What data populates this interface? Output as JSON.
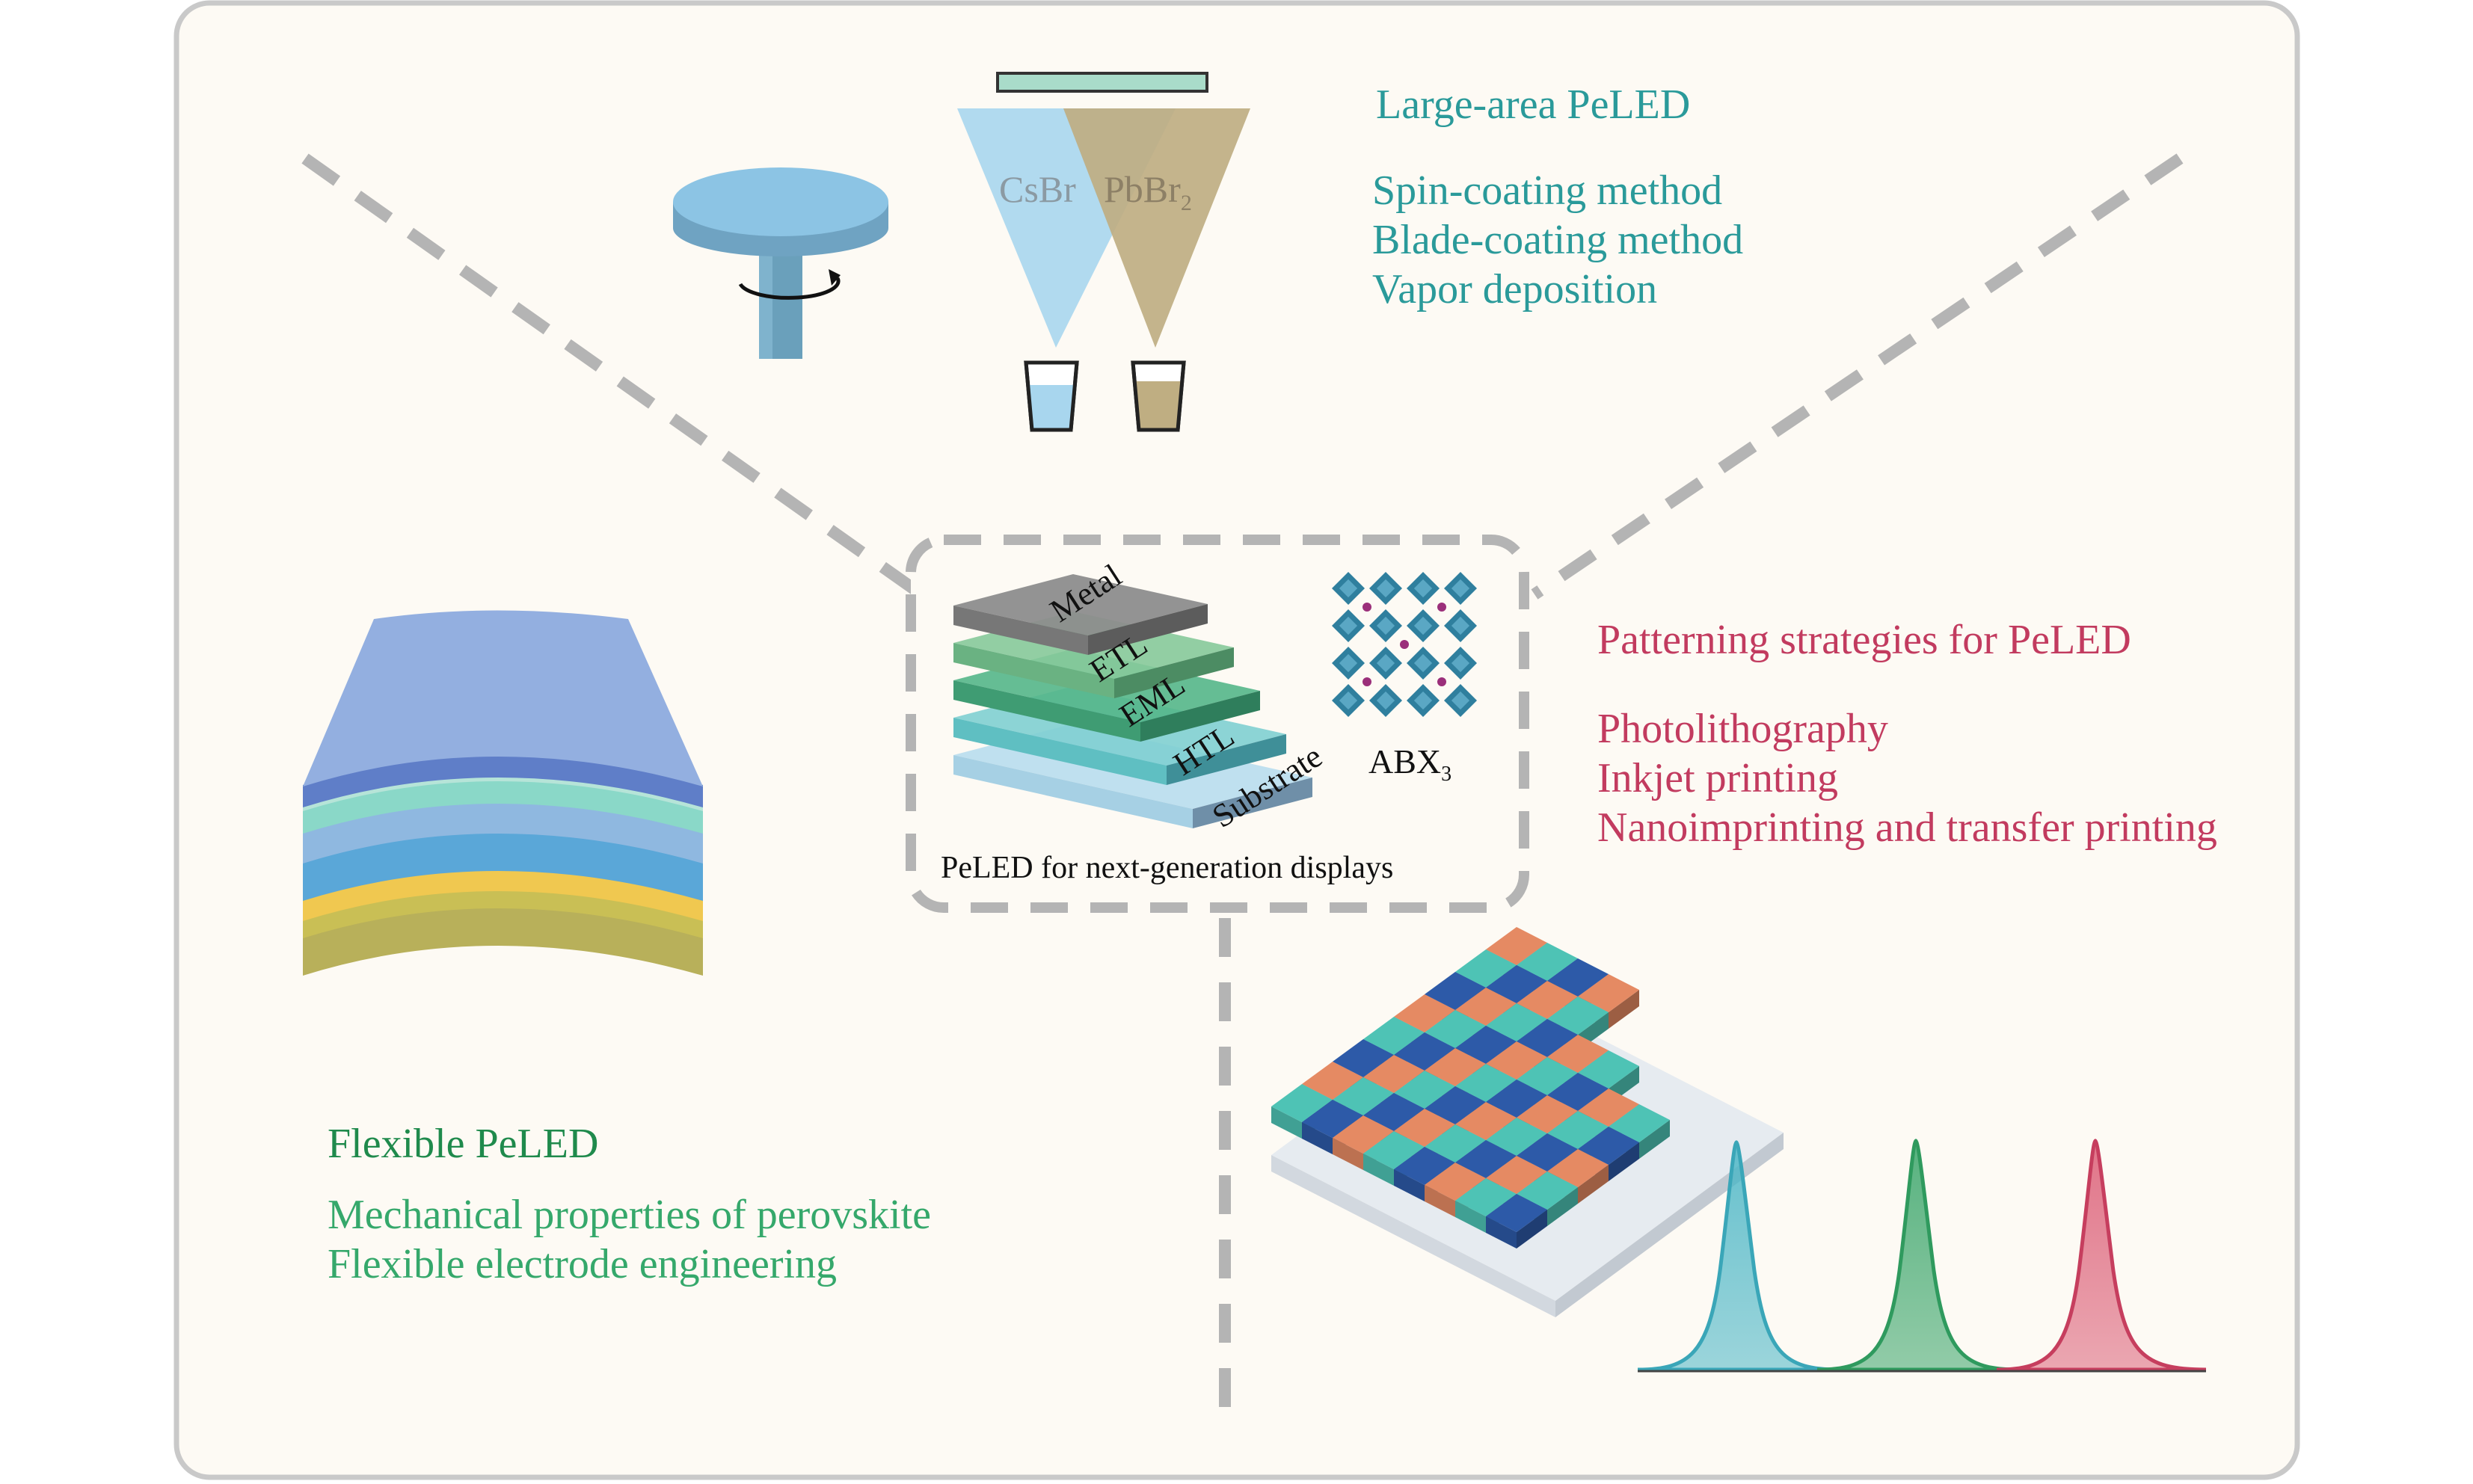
{
  "colors": {
    "background": "#fdfaf4",
    "frame": "#c9c9c9",
    "dash": "#b4b4b4",
    "teal_text": "#2a9a9a",
    "red_text": "#c23b5f",
    "green_title": "#1f8a4c",
    "green_text": "#35a86b",
    "spinner_top": "#8cc4e4",
    "spinner_side": "#6fa3c2",
    "spinner_stem": "#6aa0bb",
    "cs_cone": "#a8d6ee",
    "pb_cone": "#bfae82",
    "mask_bar": "#a9dcca",
    "pixel_teal": "#4ec3b5",
    "pixel_blue": "#2d5aa8",
    "pixel_orange": "#e58a63",
    "peak_cyan": "#4bb6c6",
    "peak_green": "#3aa56a",
    "peak_red": "#d9536e"
  },
  "large_area": {
    "title": "Large-area PeLED",
    "items": [
      "Spin-coating method",
      "Blade-coating method",
      "Vapor deposition"
    ],
    "cone_left_label": "CsBr",
    "cone_right_label": "PbBr",
    "cone_right_sub": "2"
  },
  "patterning": {
    "title": "Patterning strategies for PeLED",
    "items": [
      "Photolithography",
      "Inkjet printing",
      "Nanoimprinting and transfer printing"
    ]
  },
  "flexible": {
    "title": "Flexible PeLED",
    "items": [
      "Mechanical properties of perovskite",
      "Flexible electrode engineering"
    ]
  },
  "center": {
    "caption": "PeLED for next-generation displays",
    "layers": [
      "Metal",
      "ETL",
      "EML",
      "HTL",
      "Substrate"
    ],
    "crystal_label": "ABX",
    "crystal_sub": "3"
  }
}
